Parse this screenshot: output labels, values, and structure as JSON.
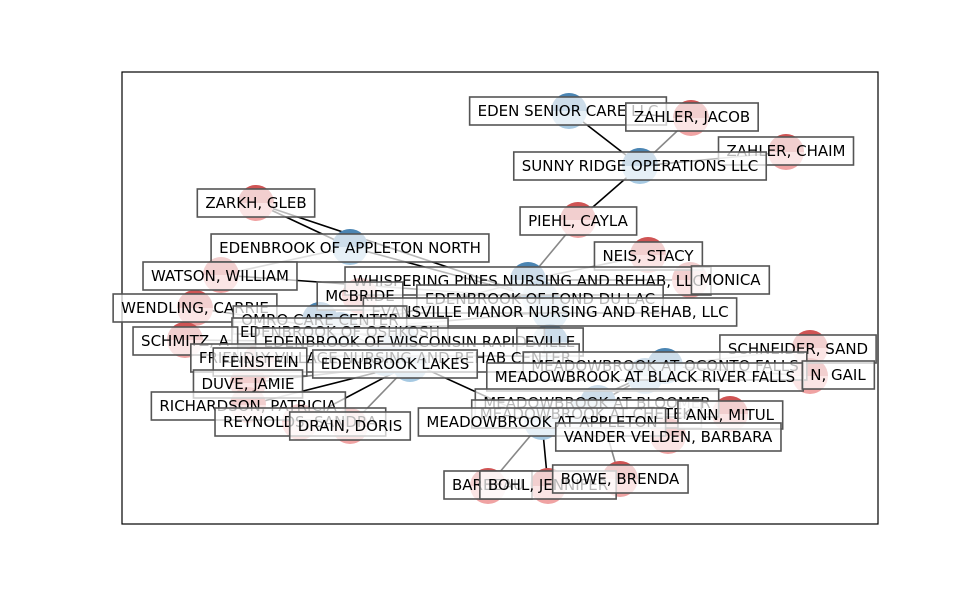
{
  "graph": {
    "nodes": [
      {
        "id": "eden_senior",
        "label": "EDEN SENIOR CARE LLC",
        "kind": "org"
      },
      {
        "id": "zahler_jacob",
        "label": "ZAHLER, JACOB",
        "kind": "person"
      },
      {
        "id": "zahler_chaim",
        "label": "ZAHLER, CHAIM",
        "kind": "person"
      },
      {
        "id": "sunny_ridge",
        "label": "SUNNY RIDGE OPERATIONS LLC",
        "kind": "org"
      },
      {
        "id": "zarkh_gleb",
        "label": "ZARKH, GLEB",
        "kind": "person"
      },
      {
        "id": "piehl_cayla",
        "label": "PIEHL, CAYLA",
        "kind": "person"
      },
      {
        "id": "eb_appleton_north",
        "label": "EDENBROOK OF APPLETON NORTH",
        "kind": "org"
      },
      {
        "id": "neis_stacy",
        "label": "NEIS, STACY",
        "kind": "person"
      },
      {
        "id": "watson_william",
        "label": "WATSON, WILLIAM",
        "kind": "person"
      },
      {
        "id": "whispering_pines",
        "label": "WHISPERING PINES NURSING AND REHAB, LLC",
        "kind": "org"
      },
      {
        "id": "monica",
        "label": "MONICA",
        "kind": "person"
      },
      {
        "id": "mcbride",
        "label": "MCBRIDE",
        "kind": "person"
      },
      {
        "id": "eb_fond_du_lac",
        "label": "EDENBROOK OF FOND DU LAC",
        "kind": "org"
      },
      {
        "id": "wendling_carrie",
        "label": "WENDLING, CARRIE",
        "kind": "person"
      },
      {
        "id": "evansville",
        "label": "EVANSVILLE MANOR NURSING AND REHAB, LLC",
        "kind": "org"
      },
      {
        "id": "omro",
        "label": "OMRO CARE CENTER",
        "kind": "org"
      },
      {
        "id": "eb_oshkosh",
        "label": "EDENBROOK OF OSHKOSH",
        "kind": "org"
      },
      {
        "id": "schmitz",
        "label": "SCHMITZ, A",
        "kind": "person"
      },
      {
        "id": "eb_wi_rapids",
        "label": "EDENBROOK OF WISCONSIN RAPIDS",
        "kind": "org"
      },
      {
        "id": "eville",
        "label": "EVILLE",
        "kind": "org"
      },
      {
        "id": "schneider",
        "label": "SCHNEIDER, SAND",
        "kind": "person"
      },
      {
        "id": "friendly_village",
        "label": "FRIENDLY VILLAGE NURSING AND REHAB CENTER",
        "kind": "org"
      },
      {
        "id": "feinstein",
        "label": "FEINSTEIN",
        "kind": "person"
      },
      {
        "id": "eb_lakes",
        "label": "EDENBROOK LAKES",
        "kind": "org"
      },
      {
        "id": "mb_oconto",
        "label": "MEADOWBROOK AT OCONTO FALLS",
        "kind": "org"
      },
      {
        "id": "duve_jamie",
        "label": "DUVE, JAMIE",
        "kind": "person"
      },
      {
        "id": "mb_black_river",
        "label": "MEADOWBROOK AT BLACK RIVER FALLS",
        "kind": "org"
      },
      {
        "id": "gail",
        "label": "N, GAIL",
        "kind": "person"
      },
      {
        "id": "richardson",
        "label": "RICHARDSON, PATRICIA",
        "kind": "person"
      },
      {
        "id": "mb_bloomer",
        "label": "MEADOWBROOK AT BLOOMER",
        "kind": "org"
      },
      {
        "id": "mb_chetek",
        "label": "MEADOWBROOK AT CHETEK",
        "kind": "org"
      },
      {
        "id": "mitul",
        "label": "ANN, MITUL",
        "kind": "person"
      },
      {
        "id": "reynolds",
        "label": "REYNOLDS, SANDRA",
        "kind": "person"
      },
      {
        "id": "drain_doris",
        "label": "DRAIN, DORIS",
        "kind": "person"
      },
      {
        "id": "mb_appleton",
        "label": "MEADOWBROOK AT APPLETON",
        "kind": "org"
      },
      {
        "id": "vander_velden",
        "label": "VANDER VELDEN, BARBARA",
        "kind": "person"
      },
      {
        "id": "barbeau",
        "label": "BARBEAU",
        "kind": "person"
      },
      {
        "id": "bohl",
        "label": "BOHL, JENNIFER",
        "kind": "person"
      },
      {
        "id": "bowe_brenda",
        "label": "BOWE, BRENDA",
        "kind": "person"
      }
    ],
    "edges": [
      [
        "eden_senior",
        "sunny_ridge"
      ],
      [
        "zahler_jacob",
        "sunny_ridge"
      ],
      [
        "zahler_chaim",
        "sunny_ridge"
      ],
      [
        "sunny_ridge",
        "piehl_cayla"
      ],
      [
        "piehl_cayla",
        "whispering_pines"
      ],
      [
        "zarkh_gleb",
        "eb_appleton_north"
      ],
      [
        "zarkh_gleb",
        "eb_fond_du_lac"
      ],
      [
        "eb_appleton_north",
        "watson_william"
      ],
      [
        "eb_appleton_north",
        "eb_fond_du_lac"
      ],
      [
        "watson_william",
        "eb_fond_du_lac"
      ],
      [
        "whispering_pines",
        "neis_stacy"
      ],
      [
        "whispering_pines",
        "monica"
      ],
      [
        "whispering_pines",
        "eb_oshkosh"
      ],
      [
        "evansville",
        "eb_oshkosh"
      ],
      [
        "wendling_carrie",
        "eb_oshkosh"
      ],
      [
        "omro",
        "eb_oshkosh"
      ],
      [
        "schmitz",
        "eb_wi_rapids"
      ],
      [
        "eb_wi_rapids",
        "eb_oshkosh"
      ],
      [
        "friendly_village",
        "eb_lakes"
      ],
      [
        "eb_lakes",
        "duve_jamie"
      ],
      [
        "eb_lakes",
        "richardson"
      ],
      [
        "eb_lakes",
        "reynolds"
      ],
      [
        "eb_lakes",
        "drain_doris"
      ],
      [
        "eb_lakes",
        "feinstein"
      ],
      [
        "eb_oshkosh",
        "mb_appleton"
      ],
      [
        "mb_oconto",
        "schneider"
      ],
      [
        "mb_oconto",
        "gail"
      ],
      [
        "mb_oconto",
        "mb_bloomer"
      ],
      [
        "mb_bloomer",
        "mb_chetek"
      ],
      [
        "mb_chetek",
        "mitul"
      ],
      [
        "mb_appleton",
        "mb_bloomer"
      ],
      [
        "mb_appleton",
        "barbeau"
      ],
      [
        "mb_appleton",
        "bohl"
      ],
      [
        "mb_bloomer",
        "vander_velden"
      ],
      [
        "mb_bloomer",
        "bowe_brenda"
      ],
      [
        "mb_appleton",
        "mb_black_river"
      ]
    ]
  },
  "style": {
    "org_node_color": "#a6c9e2",
    "org_node_dark": "#2c6ea3",
    "person_node_color": "#f0a3a3",
    "person_node_dark": "#c43a3a",
    "edge_color": "#000000",
    "edge_grey": "#888888"
  }
}
